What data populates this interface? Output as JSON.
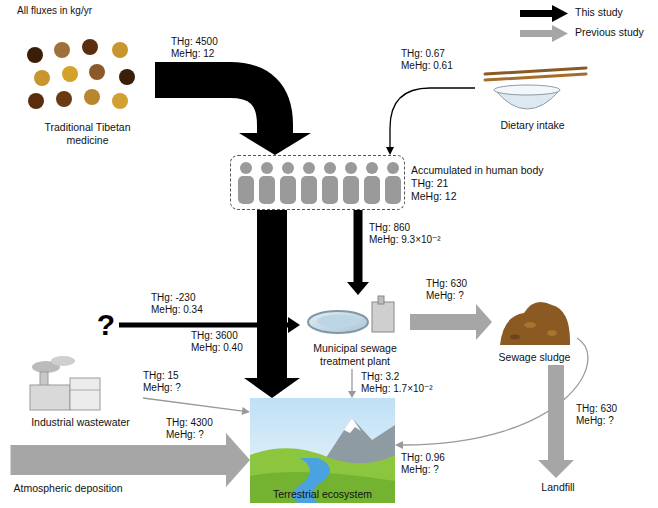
{
  "diagram": {
    "nodes": [
      {
        "text": [
          "Traditional Tibetan medicine"
        ]
      },
      {
        "text": [
          "Dietary intake"
        ]
      },
      {
        "text": [
          "Accumulated in human body",
          "THg: 21",
          "MeHg: 12"
        ]
      },
      {
        "text": [
          "?"
        ]
      },
      {
        "text": [
          "Municipal sewage treatment plant"
        ]
      },
      {
        "text": [
          "Sewage sludge"
        ]
      },
      {
        "text": [
          "Industrial wastewater"
        ]
      },
      {
        "text": [
          "Terrestrial ecosystem"
        ]
      },
      {
        "text": [
          "Atmospheric deposition"
        ]
      },
      {
        "text": [
          "Landfill"
        ]
      }
    ],
    "edges": [
      {
        "from": 0,
        "to": 2,
        "arrow": "to",
        "label": "THg: 4500 MeHg: 12"
      },
      {
        "from": 1,
        "to": 2,
        "arrow": "to",
        "label": "THg: 0.67 MeHg: 0.61"
      },
      {
        "from": 2,
        "to": 4,
        "arrow": "to",
        "label": "THg: 860 MeHg: 9.3×10⁻²"
      },
      {
        "from": 2,
        "to": 7,
        "arrow": "to",
        "label": "THg: 3600 MeHg: 0.40"
      },
      {
        "from": 3,
        "to": 4,
        "arrow": "to",
        "label": "THg: -230 MeHg: 0.34"
      },
      {
        "from": 4,
        "to": 5,
        "arrow": "to",
        "label": "THg: 630 MeHg: ?"
      },
      {
        "from": 4,
        "to": 7,
        "arrow": "to",
        "label": "THg: 3.2 MeHg: 1.7×10⁻²"
      },
      {
        "from": 6,
        "to": 7,
        "arrow": "to",
        "label": "THg: 15 MeHg: ?"
      },
      {
        "from": 8,
        "to": 7,
        "arrow": "to",
        "label": "THg: 4300 MeHg: ?"
      },
      {
        "from": 5,
        "to": 7,
        "arrow": "to",
        "label": "THg: 0.96 MeHg: ?"
      },
      {
        "from": 5,
        "to": 9,
        "arrow": "to",
        "label": "THg: 630 MeHg: ?"
      }
    ],
    "labels": [
      "All fluxes in kg/yr"
    ],
    "legend": [
      {
        "text": "This study"
      },
      {
        "text": "Previous study"
      }
    ]
  }
}
